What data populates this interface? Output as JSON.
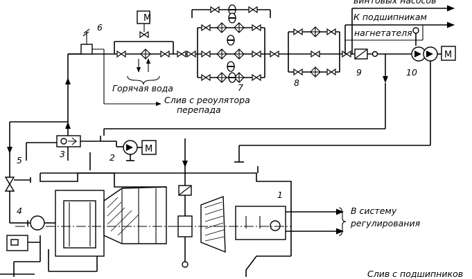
{
  "labels": {
    "hot_water": "Горячая вода",
    "drain_regulator_1": "Слив с реоулятора",
    "drain_regulator_2": "перепада",
    "to_bearings": "К подшипникам",
    "screw_pumps": "винтовых насосов",
    "blower": "нагнетателя",
    "control_system_1": "В систему",
    "control_system_2": "регулирования",
    "drain_bearings": "Слив с подшипников",
    "motor": "М"
  },
  "numbers": [
    "1",
    "2",
    "3",
    "4",
    "5",
    "6",
    "7",
    "8",
    "9",
    "10"
  ]
}
